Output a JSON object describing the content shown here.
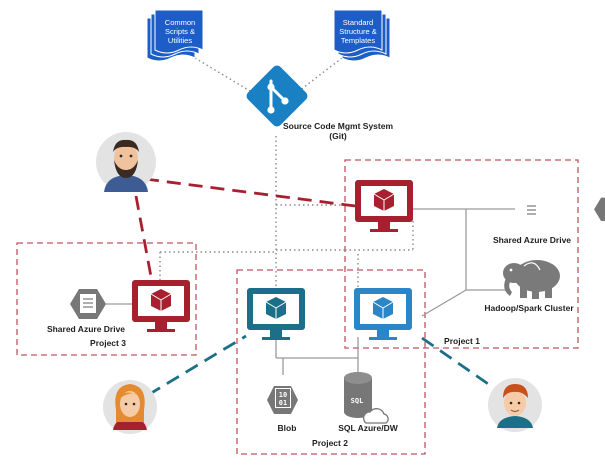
{
  "docs": {
    "common": [
      "Common",
      "Scripts &",
      "Utilities"
    ],
    "standard": [
      "Standard",
      "Structure &",
      "Templates"
    ]
  },
  "git": {
    "label_line1": "Source Code Mgmt System",
    "label_line2": "(Git)"
  },
  "project1": {
    "label": "Project 1",
    "shared_drive_label": "Shared Azure Drive",
    "cluster_label": "Hadoop/Spark Cluster"
  },
  "project2": {
    "label": "Project 2",
    "blob_label": "Blob",
    "blob_icon_text": [
      "10",
      "01"
    ],
    "sql_label": "SQL Azure/DW",
    "sql_icon_text": "SQL"
  },
  "project3": {
    "label": "Project 3",
    "shared_drive_label": "Shared Azure Drive"
  },
  "colors": {
    "red": "#a8202f",
    "teal": "#1b6f88",
    "blue": "#2b86c7",
    "git_blue": "#1a80c4",
    "doc_blue": "#1d5dc8",
    "box_dash": "#c0555f",
    "gray_hex": "#777777"
  }
}
